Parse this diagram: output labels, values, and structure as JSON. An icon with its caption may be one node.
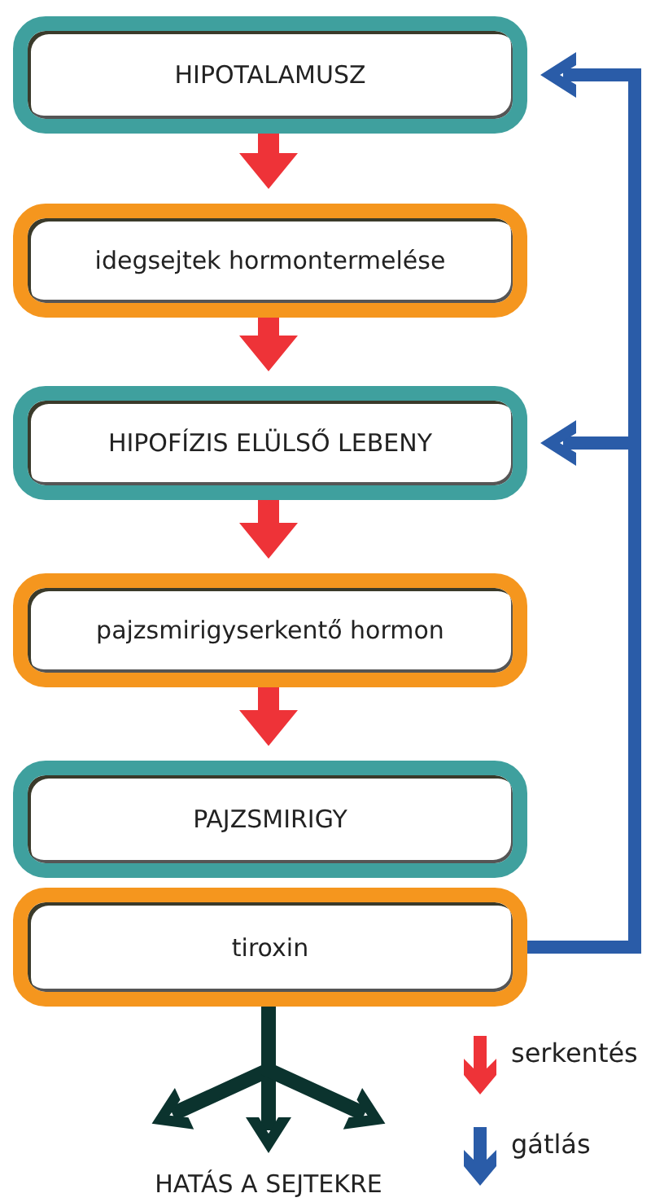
{
  "diagram": {
    "nodes": [
      {
        "text": [
          "HIPOTALAMUSZ"
        ]
      },
      {
        "text": [
          "idegsejtek hormontermelése"
        ]
      },
      {
        "text": [
          "HIPOFÍZIS ELÜLSŐ LEBENY"
        ]
      },
      {
        "text": [
          "pajzsmirigyserkentő hormon"
        ]
      },
      {
        "text": [
          "PAJZSMIRIGY"
        ]
      },
      {
        "text": [
          "tiroxin"
        ]
      },
      {
        "text": [
          "HATÁS A SEJTEKRE"
        ]
      }
    ],
    "edges": [
      {
        "from": 0,
        "to": 1,
        "arrow": "to"
      },
      {
        "from": 1,
        "to": 2,
        "arrow": "to"
      },
      {
        "from": 2,
        "to": 3,
        "arrow": "to"
      },
      {
        "from": 3,
        "to": 4,
        "arrow": "to"
      },
      {
        "from": 5,
        "to": 0,
        "arrow": "to",
        "color": "#2a5ca8"
      },
      {
        "from": 5,
        "to": 2,
        "arrow": "to",
        "color": "#2a5ca8"
      },
      {
        "from": 5,
        "to": 6,
        "arrow": "to",
        "color": "#0b332e"
      },
      {
        "from": 5,
        "to": 6,
        "arrow": "to",
        "color": "#0b332e"
      },
      {
        "from": 5,
        "to": 6,
        "arrow": "to",
        "color": "#0b332e"
      }
    ],
    "legend": [
      {
        "text": "serkentés"
      },
      {
        "text": "gátlás"
      }
    ]
  }
}
